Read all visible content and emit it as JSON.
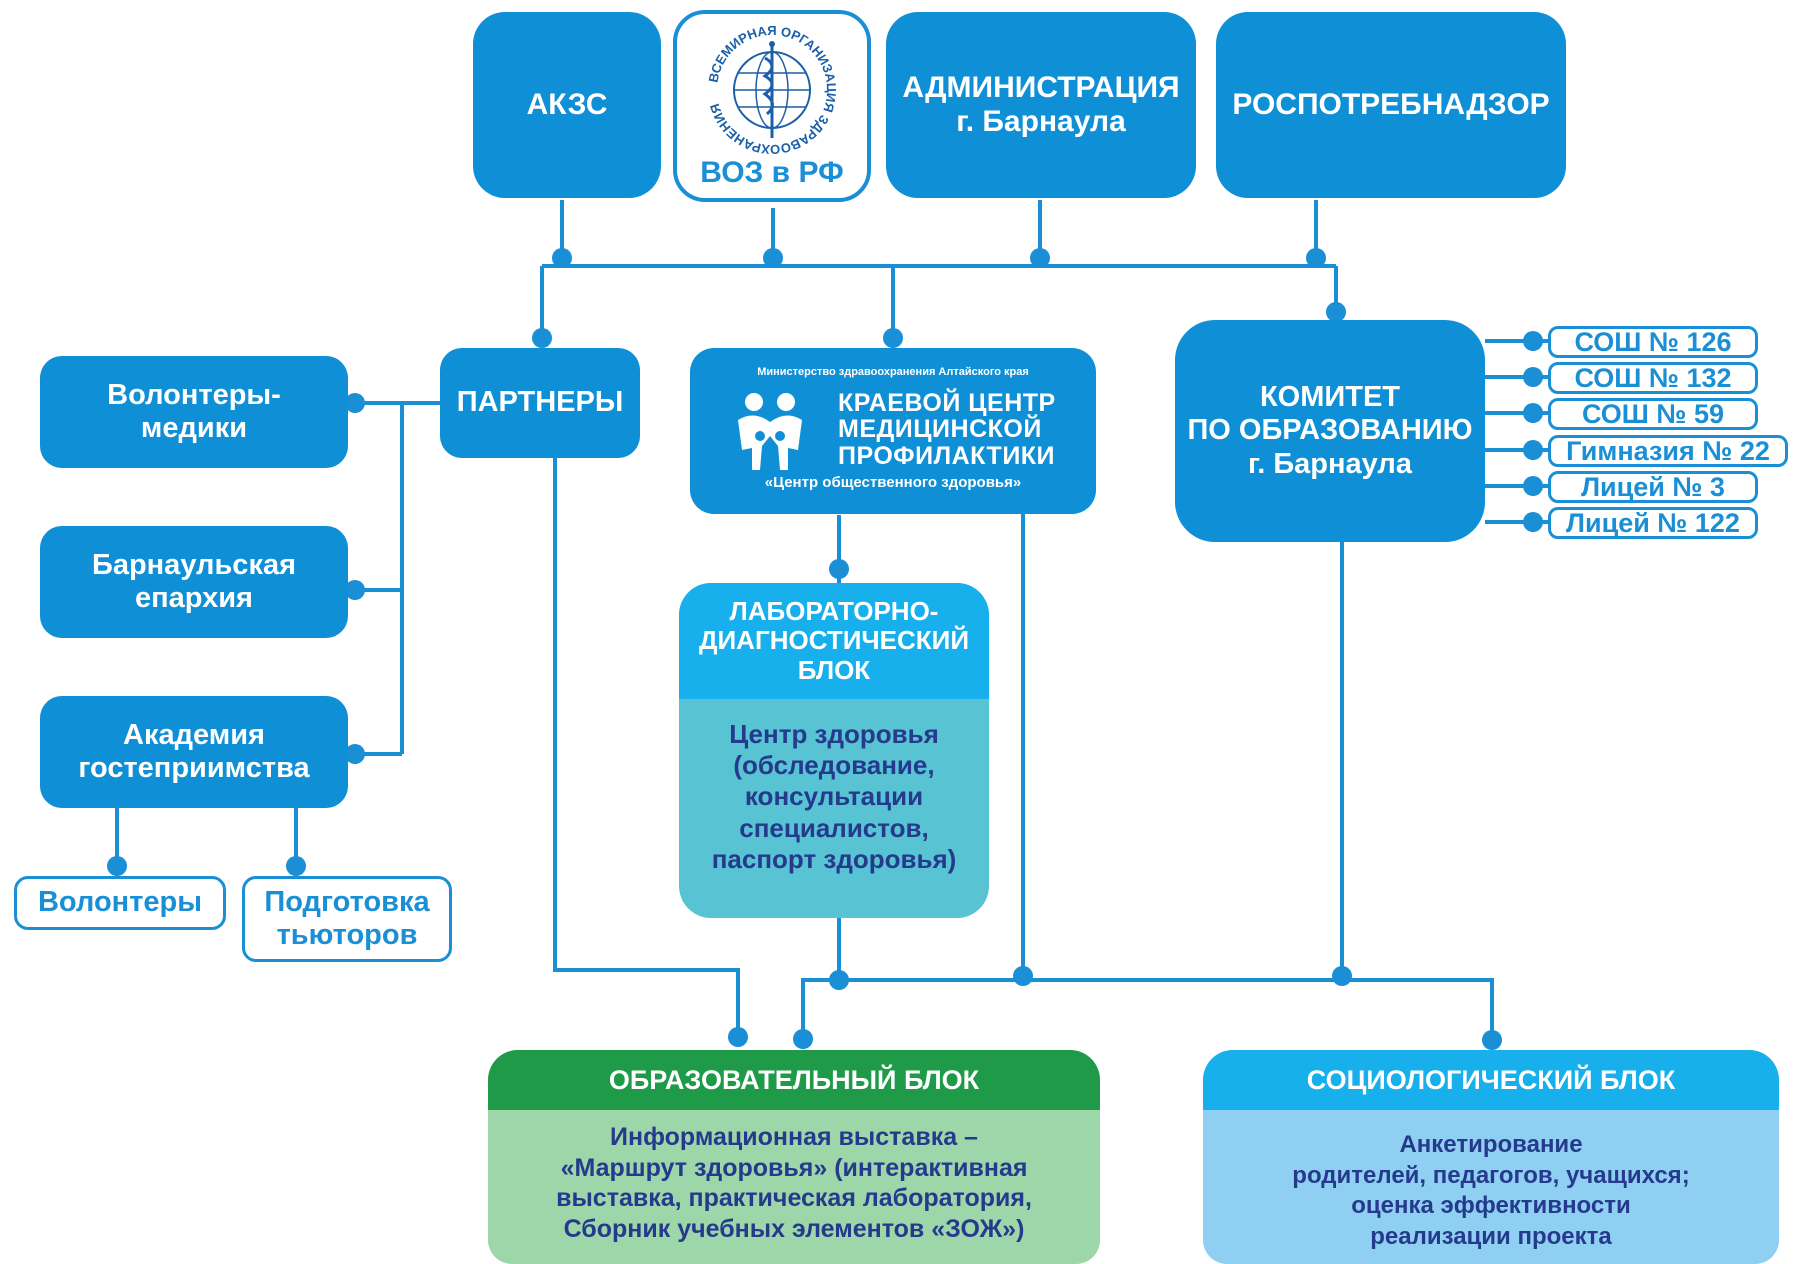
{
  "top": {
    "akzs": "АКЗС",
    "voz_label": "ВОЗ в РФ",
    "voz_ring": "ВСЕМИРНАЯ ОРГАНИЗАЦИЯ ЗДРАВООХРАНЕНИЯ",
    "admin_line1": "АДМИНИСТРАЦИЯ",
    "admin_line2": "г. Барнаула",
    "rospotreb": "РОСПОТРЕБНАДЗОР"
  },
  "left": {
    "partners": "ПАРТНЕРЫ",
    "volunteers_medics": "Волонтеры-\nмедики",
    "eparchy": "Барнаульская\nепархия",
    "academy": "Академия\nгостеприимства",
    "volunteers": "Волонтеры",
    "tutors": "Подготовка\nтьюторов"
  },
  "center": {
    "ministry": "Министерство здравоохранения Алтайского края",
    "title": "КРАЕВОЙ ЦЕНТР\nМЕДИЦИНСКОЙ\nПРОФИЛАКТИКИ",
    "subtitle": "«Центр общественного здоровья»"
  },
  "committee": {
    "title": "КОМИТЕТ\nПО ОБРАЗОВАНИЮ\nг. Барнаула",
    "schools": [
      "СОШ № 126",
      "СОШ № 132",
      "СОШ № 59",
      "Гимназия № 22",
      "Лицей № 3",
      "Лицей № 122"
    ]
  },
  "lab": {
    "header": "ЛАБОРАТОРНО-\nДИАГНОСТИЧЕСКИЙ\nБЛОК",
    "body": "Центр здоровья\n(обследование,\nконсультации\nспециалистов,\nпаспорт здоровья)"
  },
  "edu": {
    "header": "ОБРАЗОВАТЕЛЬНЫЙ БЛОК",
    "body": "Информационная выставка –\n«Маршрут  здоровья» (интерактивная\nвыставка, практическая лаборатория,\nСборник учебных элементов «ЗОЖ»)"
  },
  "socio": {
    "header": "СОЦИОЛОГИЧЕСКИЙ БЛОК",
    "body": "Анкетирование\nродителей, педагогов, учащихся;\nоценка эффективности\nреализации проекта"
  },
  "colors": {
    "primary": "#0f8fd6",
    "light_blue": "#17b0ec",
    "lab_body": "#58c3d2",
    "edu_header": "#1f9a48",
    "edu_body": "#9dd6a9",
    "socio_body": "#8fd0f2",
    "dark_text": "#253a8c"
  }
}
